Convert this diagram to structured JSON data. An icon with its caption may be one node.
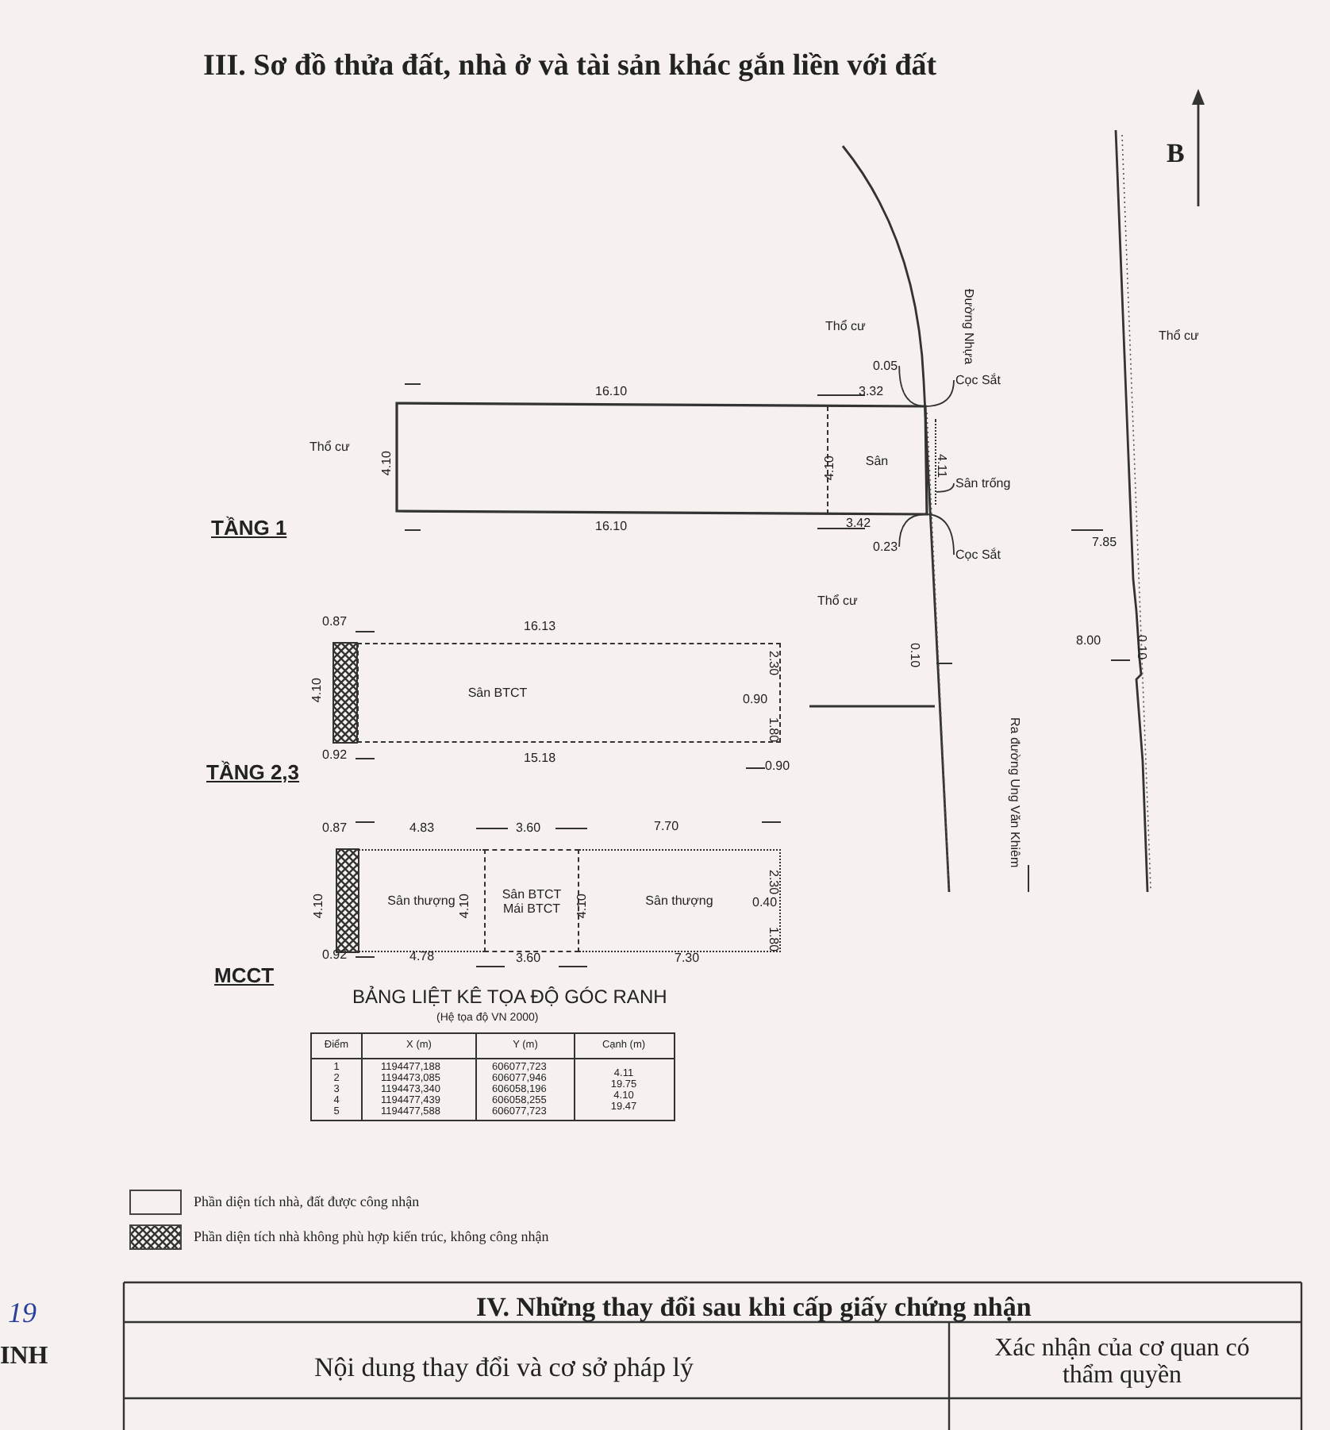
{
  "diagram": {
    "title": "III. Sơ đồ thửa đất, nhà ở và tài sản khác gắn liền với đất",
    "nodes": [
      {
        "text": [
          "Sân"
        ]
      },
      {
        "text": [
          "Sân BTCT"
        ]
      },
      {
        "text": [
          "Sân thượng"
        ]
      },
      {
        "text": [
          "Sân BTCT",
          "Mái BTCT"
        ]
      },
      {
        "text": [
          "Sân thượng"
        ]
      },
      {
        "text": [
          "Cọc Sắt"
        ]
      },
      {
        "text": [
          "Sân trống"
        ]
      },
      {
        "text": [
          "Cọc Sắt"
        ]
      },
      {
        "text": [
          "0.05"
        ]
      },
      {
        "text": [
          "0.23"
        ]
      },
      {
        "text": [],
        "shape": "bar"
      }
    ],
    "edges": [
      {
        "from": 5,
        "to": 0,
        "arrow": "none"
      },
      {
        "from": 6,
        "to": 10,
        "arrow": "none"
      },
      {
        "from": 7,
        "to": 0,
        "arrow": "none"
      },
      {
        "from": 8,
        "to": 0,
        "arrow": "none"
      },
      {
        "from": 9,
        "to": 0,
        "arrow": "none"
      }
    ],
    "labels": [
      "B",
      "Thổ cư",
      "Đường Nhựa",
      "Thổ cư",
      "16.10",
      "3.32",
      "Thổ cư",
      "4.10",
      "4.10",
      "4.11",
      "TẦNG 1",
      "16.10",
      "3.42",
      "7.85",
      "Thổ cư",
      "0.87",
      "16.13",
      "0.10",
      "8.00",
      "0.10",
      "4.10",
      "2.30",
      "0.90",
      "1.80",
      "Ra đường Ung Văn Khiêm",
      "0.92",
      "15.18",
      "0.90",
      "TẦNG 2,3",
      "0.87",
      "4.83",
      "3.60",
      "7.70",
      "4.10",
      "4.10",
      "4.10",
      "2.30",
      "0.40",
      "1.80",
      "0.92",
      "4.78",
      "3.60",
      "7.30",
      "MCCT",
      "BẢNG LIỆT KÊ TỌA ĐỘ GÓC RANH",
      "(Hệ tọa độ VN 2000)",
      "Điểm",
      "X (m)",
      "Y (m)",
      "Cạnh (m)",
      "1",
      "1194477,188",
      "606077,723",
      "2",
      "1194473,085",
      "606077,946",
      "4.11",
      "3",
      "1194473,340",
      "606058,196",
      "19.75",
      "4",
      "1194477,439",
      "606058,255",
      "4.10",
      "5",
      "1194477,588",
      "606077,723",
      "19.47",
      "IV. Những thay đổi sau khi cấp giấy chứng nhận",
      "Nội dung thay đổi và cơ sở pháp lý",
      "Xác nhận của cơ quan có thẩm quyền",
      "19",
      "INH"
    ],
    "legend": [
      {
        "text": "Phần diện tích nhà, đất được công nhận"
      },
      {
        "text": "Phần diện tích nhà không phù hợp kiến trúc, không công nhận"
      }
    ]
  }
}
